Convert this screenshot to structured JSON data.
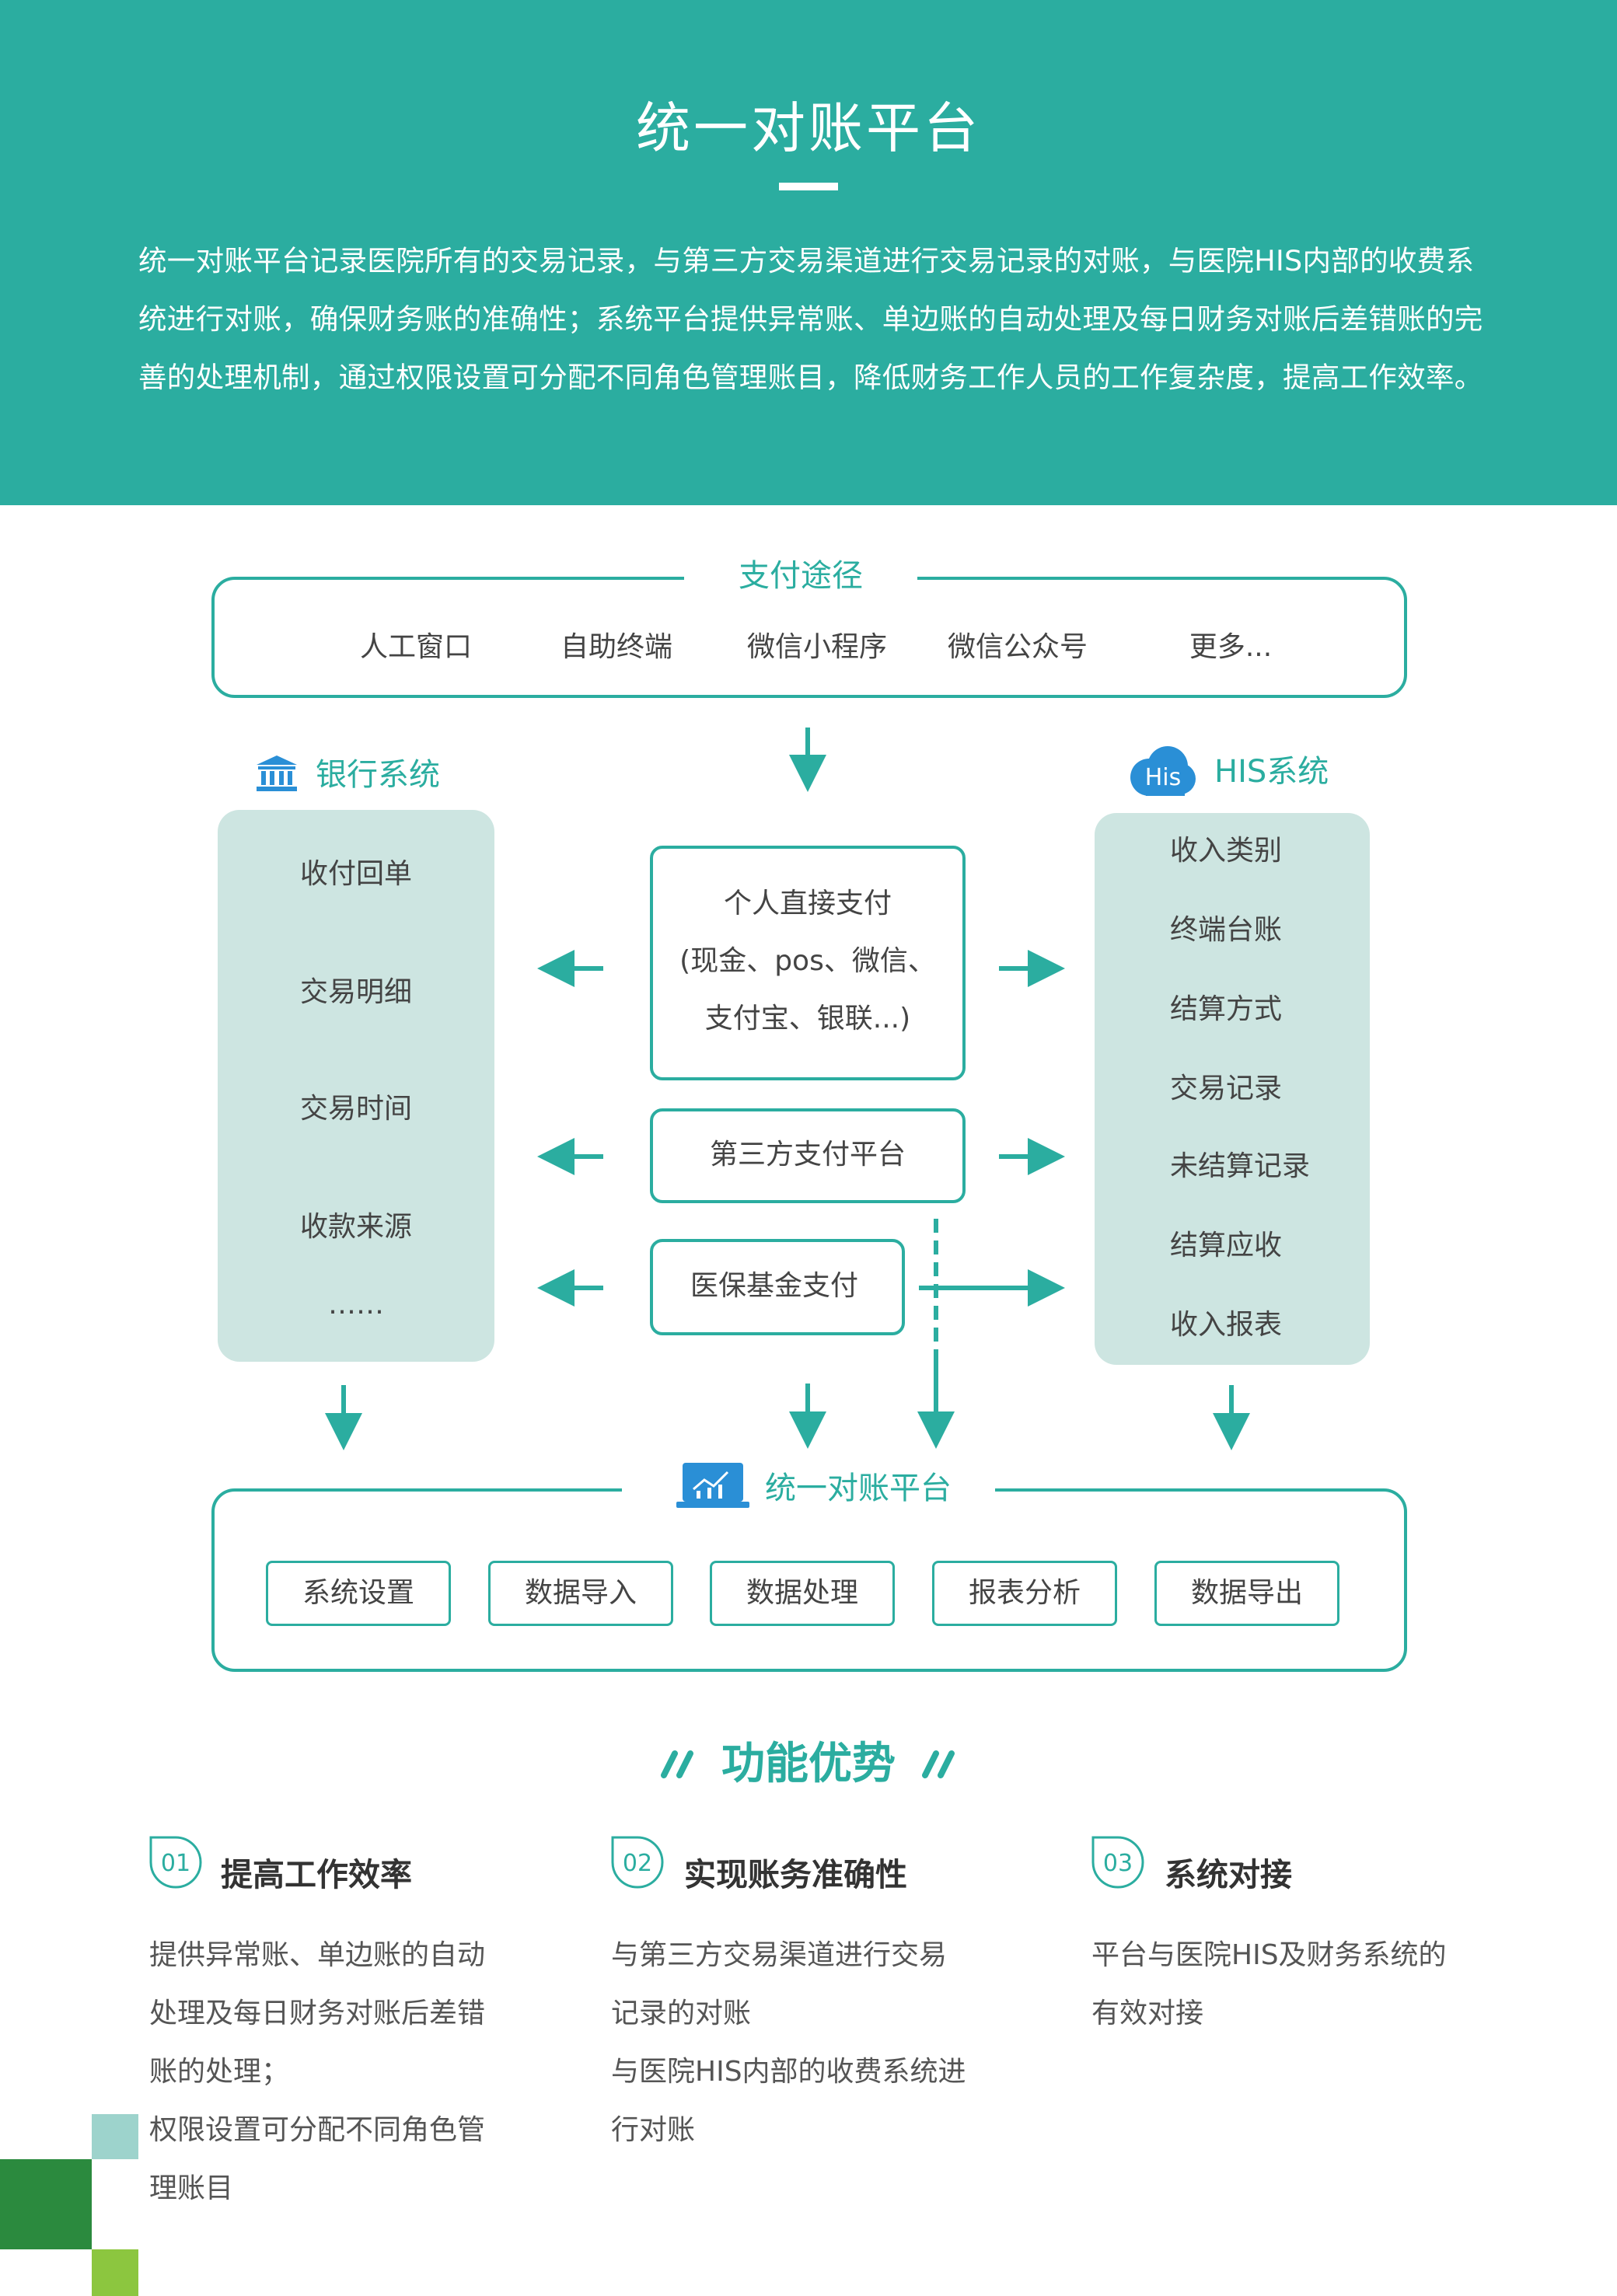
{
  "header": {
    "title": "统一对账平台",
    "intro": "统一对账平台记录医院所有的交易记录，与第三方交易渠道进行交易记录的对账，与医院HIS内部的收费系统进行对账，确保财务账的准确性；系统平台提供异常账、单边账的自动处理及每日财务对账后差错账的完善的处理机制，通过权限设置可分配不同角色管理账目，降低财务工作人员的工作复杂度，提高工作效率。"
  },
  "payment": {
    "title": "支付途径",
    "items": [
      "人工窗口",
      "自助终端",
      "微信小程序",
      "微信公众号",
      "更多..."
    ]
  },
  "bank": {
    "title": "银行系统",
    "icon": "bank-icon",
    "items": [
      "收付回单",
      "交易明细",
      "交易时间",
      "收款来源",
      "……"
    ]
  },
  "his": {
    "title": "HIS系统",
    "badge": "His",
    "icon": "cloud-icon",
    "items": [
      "收入类别",
      "终端台账",
      "结算方式",
      "交易记录",
      "未结算记录",
      "结算应收",
      "收入报表"
    ]
  },
  "center": {
    "personal_line1": "个人直接支付",
    "personal_line2": "(现金、pos、微信、",
    "personal_line3": "支付宝、银联...)",
    "third_party": "第三方支付平台",
    "insurance": "医保基金支付"
  },
  "platform": {
    "title": "统一对账平台",
    "icon": "chart-monitor-icon",
    "buttons": [
      "系统设置",
      "数据导入",
      "数据处理",
      "报表分析",
      "数据导出"
    ]
  },
  "advantages": {
    "title": "功能优势",
    "items": [
      {
        "num": "01",
        "title": "提高工作效率",
        "lines": [
          "提供异常账、单边账的自动",
          "处理及每日财务对账后差错",
          "账的处理；",
          "权限设置可分配不同角色管",
          "理账目"
        ]
      },
      {
        "num": "02",
        "title": "实现账务准确性",
        "lines": [
          "与第三方交易渠道进行交易",
          "记录的对账",
          "与医院HIS内部的收费系统进",
          "行对账"
        ]
      },
      {
        "num": "03",
        "title": "系统对接",
        "lines": [
          "平台与医院HIS及财务系统的",
          "有效对接"
        ]
      }
    ]
  },
  "colors": {
    "teal": "#2bada0",
    "panel": "#cde5e1",
    "blue": "#2a8fd6",
    "deco_dark_green": "#2b8a3e",
    "deco_light_green": "#8cc63f",
    "deco_pale_teal": "#9dd3cc"
  }
}
